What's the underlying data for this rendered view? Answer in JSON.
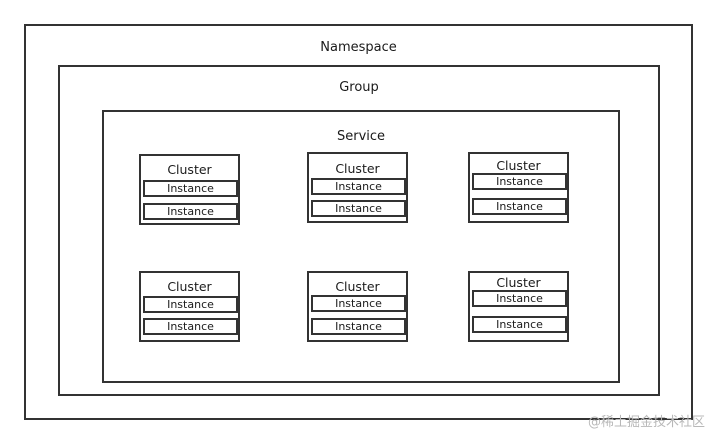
{
  "namespace": {
    "label": "Namespace"
  },
  "group": {
    "label": "Group"
  },
  "service": {
    "label": "Service"
  },
  "clusters": [
    {
      "label": "Cluster",
      "instances": [
        "Instance",
        "Instance"
      ]
    },
    {
      "label": "Cluster",
      "instances": [
        "Instance",
        "Instance"
      ]
    },
    {
      "label": "Cluster",
      "instances": [
        "Instance",
        "Instance"
      ]
    },
    {
      "label": "Cluster",
      "instances": [
        "Instance",
        "Instance"
      ]
    },
    {
      "label": "Cluster",
      "instances": [
        "Instance",
        "Instance"
      ]
    },
    {
      "label": "Cluster",
      "instances": [
        "Instance",
        "Instance"
      ]
    }
  ],
  "watermark": "@稀土掘金技术社区"
}
